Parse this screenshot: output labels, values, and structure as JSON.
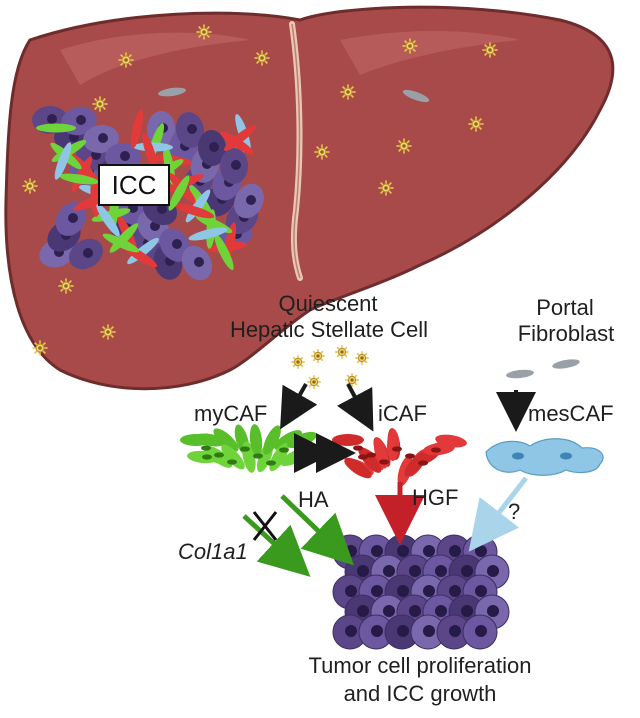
{
  "labels": {
    "icc": "ICC",
    "qhsc_line1": "Quiescent",
    "qhsc_line2": "Hepatic Stellate Cell",
    "pf_line1": "Portal",
    "pf_line2": "Fibroblast",
    "mycaf": "myCAF",
    "icaf": "iCAF",
    "mescaf": "mesCAF",
    "ha": "HA",
    "hgf": "HGF",
    "col1a1": "Col1a1",
    "question": "?",
    "outcome_line1": "Tumor cell proliferation",
    "outcome_line2": "and ICC growth"
  },
  "colors": {
    "liver": "#a84a4a",
    "liver_edge": "#6e2c2c",
    "mycaf": "#6fd33a",
    "icaf": "#e23a3a",
    "mescaf": "#8fc6e6",
    "tumor": "#5b4787",
    "stellate": "#f0c85a",
    "green_arrow": "#3a9a1e",
    "red_arrow": "#c4202a",
    "blue_arrow": "#a9d4ea"
  }
}
